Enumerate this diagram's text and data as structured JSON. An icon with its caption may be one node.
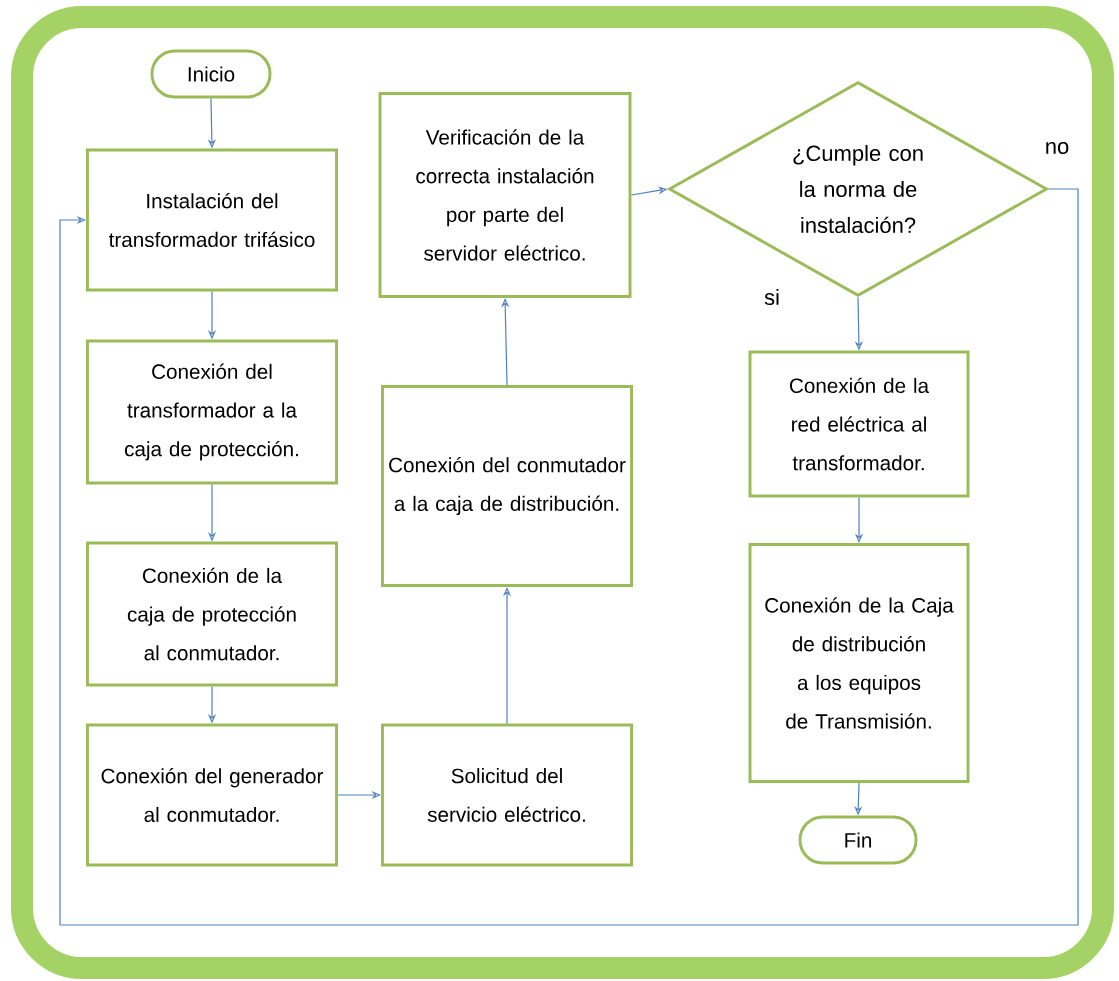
{
  "diagram": {
    "nodes": [
      {
        "text": [
          "Inicio"
        ]
      },
      {
        "text": [
          "Instalación del transformador trifásico"
        ]
      },
      {
        "text": [
          "Conexión del transformador a la caja de protección."
        ]
      },
      {
        "text": [
          "Conexión de la caja de protección al conmutador."
        ]
      },
      {
        "text": [
          "Conexión del generador al conmutador."
        ]
      },
      {
        "text": [
          "Solicitud del servicio eléctrico."
        ]
      },
      {
        "text": [
          "Conexión del conmutador a la caja de distribución."
        ]
      },
      {
        "text": [
          "Verificación de la correcta instalación por parte del servidor eléctrico."
        ]
      },
      {
        "text": [
          "¿Cumple con la norma de instalación?"
        ]
      },
      {
        "text": [
          "Conexión de la red eléctrica al transformador."
        ]
      },
      {
        "text": [
          "Conexión de la Caja de distribución a los equipos de Transmisión."
        ]
      },
      {
        "text": [
          "Fin"
        ]
      }
    ],
    "edges": [
      {
        "from": 0,
        "to": 1,
        "arrow": "to"
      },
      {
        "from": 1,
        "to": 2,
        "arrow": "to"
      },
      {
        "from": 2,
        "to": 3,
        "arrow": "to"
      },
      {
        "from": 3,
        "to": 4,
        "arrow": "to"
      },
      {
        "from": 4,
        "to": 5,
        "arrow": "to"
      },
      {
        "from": 5,
        "to": 6,
        "arrow": "to"
      },
      {
        "from": 6,
        "to": 7,
        "arrow": "to"
      },
      {
        "from": 7,
        "to": 8,
        "arrow": "to"
      },
      {
        "from": 8,
        "to": 9,
        "arrow": "to",
        "label": "si"
      },
      {
        "from": 8,
        "to": 1,
        "arrow": "to",
        "label": "no"
      },
      {
        "from": 9,
        "to": 10,
        "arrow": "to"
      },
      {
        "from": 10,
        "to": 11,
        "arrow": "to"
      }
    ]
  }
}
